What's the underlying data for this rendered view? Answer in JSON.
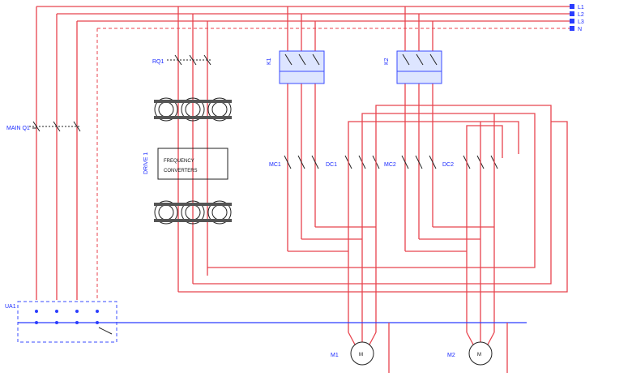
{
  "supply": {
    "terminals": [
      {
        "id": "L1",
        "label": "L1"
      },
      {
        "id": "L2",
        "label": "L2"
      },
      {
        "id": "L3",
        "label": "L3"
      },
      {
        "id": "N",
        "label": "N"
      }
    ]
  },
  "components": {
    "mains_breaker": "MAIN Q1",
    "inverter_breaker": "RQ1",
    "contactor_1": "K1",
    "contactor_2": "K2",
    "inverter_block_label": "DRIVE 1",
    "inverter_text_line1": "FREQUENCY",
    "inverter_text_line2": "CONVERTERS",
    "terminal_block": "UA1",
    "switch_group_a1": "MC1",
    "switch_group_a2": "DC1",
    "switch_group_b1": "MC2",
    "switch_group_b2": "DC2",
    "motor_1": "M1",
    "motor_1_symbol": "M",
    "motor_2": "M2",
    "motor_2_symbol": "M"
  },
  "colors": {
    "wire": "#e8434d",
    "bus": "#2a3cff",
    "label": "#1a2aff",
    "device": "#222222"
  }
}
